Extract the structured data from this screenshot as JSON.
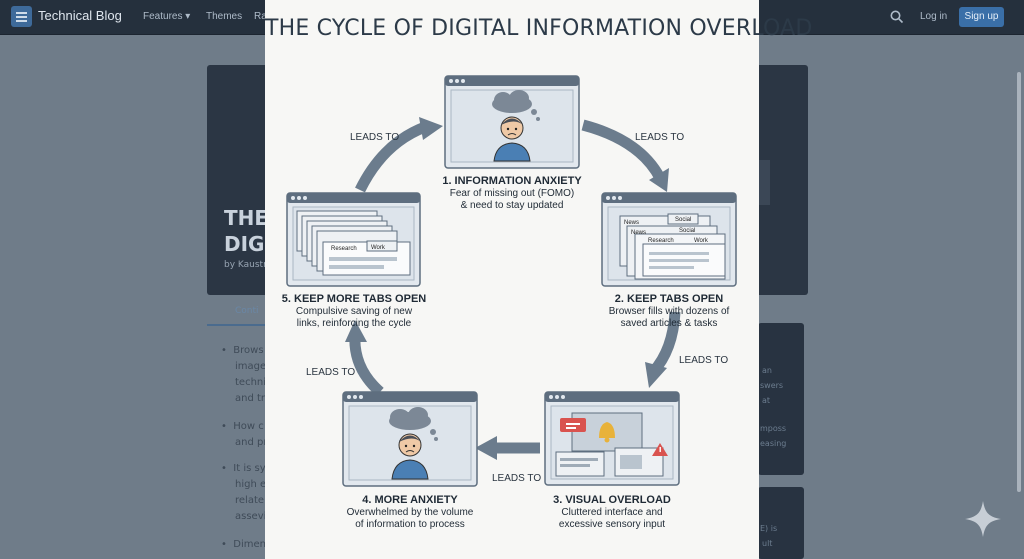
{
  "site": {
    "brand": "Technical Blog",
    "nav": [
      "Features",
      "Themes",
      "Ra"
    ],
    "login_label": "Log in",
    "signup_label": "Sign up"
  },
  "page": {
    "hero_title": "THE C\nDIGIT",
    "byline": "by Kaustr",
    "tab_label": "Conti",
    "body_lines": [
      [
        "Brows",
        "image",
        "techni",
        "and tr"
      ],
      [
        "How c",
        "and pr"
      ],
      [
        "It is sy",
        "high e",
        "relate",
        "assevi"
      ],
      [
        "Dimen"
      ]
    ],
    "side_card_1_lines": [
      "an",
      "swers",
      "at",
      "mposs",
      "easing"
    ],
    "side_card_2_lines": [
      "E) is",
      "ult"
    ]
  },
  "infographic": {
    "title": "THE CYCLE OF DIGITAL INFORMATION OVERLOAD",
    "connector_label": "LEADS TO",
    "stages": [
      {
        "heading": "1. INFORMATION ANXIETY",
        "lines": [
          "Fear of missing out (FOMO)",
          "& need to stay updated"
        ]
      },
      {
        "heading": "2. KEEP TABS OPEN",
        "lines": [
          "Browser fills with dozens of",
          "saved articles & tasks"
        ]
      },
      {
        "heading": "3. VISUAL OVERLOAD",
        "lines": [
          "Cluttered interface and",
          "excessive sensory input"
        ]
      },
      {
        "heading": "4. MORE ANXIETY",
        "lines": [
          "Overwhelmed by the volume",
          "of information to process"
        ]
      },
      {
        "heading": "5. KEEP MORE TABS OPEN",
        "lines": [
          "Compulsive saving of new",
          "links, reinforcing the cycle"
        ]
      }
    ],
    "tab_labels": {
      "stage2": [
        "News",
        "Social",
        "News",
        "Social",
        "Research",
        "Work"
      ],
      "stage5": [
        "Research",
        "Work"
      ]
    },
    "colors": {
      "window_frame": "#5e6e7f",
      "window_body": "#dbe3ea",
      "arrow": "#6b7c8d",
      "alert_red": "#d9534f",
      "bell_yellow": "#e8b23a"
    },
    "icons": [
      "browser-window-icon",
      "storm-cloud-icon",
      "person-worried-icon",
      "bell-icon",
      "warning-icon",
      "chat-alert-icon"
    ]
  }
}
